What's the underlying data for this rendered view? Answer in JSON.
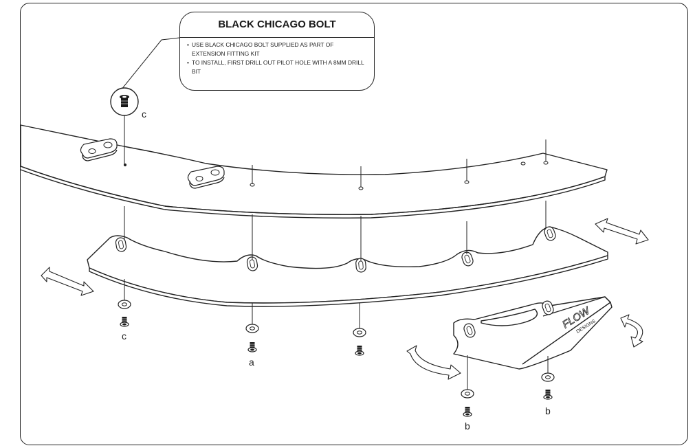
{
  "callout": {
    "title": "BLACK CHICAGO BOLT",
    "notes": [
      "USE BLACK CHICAGO BOLT SUPPLIED AS PART OF EXTENSION FITTING KIT",
      "TO INSTALL, FIRST DRILL OUT PILOT HOLE WITH A 8MM DRILL BIT"
    ]
  },
  "labels": {
    "bolt_callout": "c",
    "fastener_left": "c",
    "fastener_mid": "a",
    "fastener_winglet_front": "b",
    "fastener_winglet_rear": "b"
  },
  "brand": "FLOW DESIGNS",
  "colors": {
    "line": "#222222",
    "fill": "#ffffff",
    "bolt": "#1a1a1a"
  }
}
